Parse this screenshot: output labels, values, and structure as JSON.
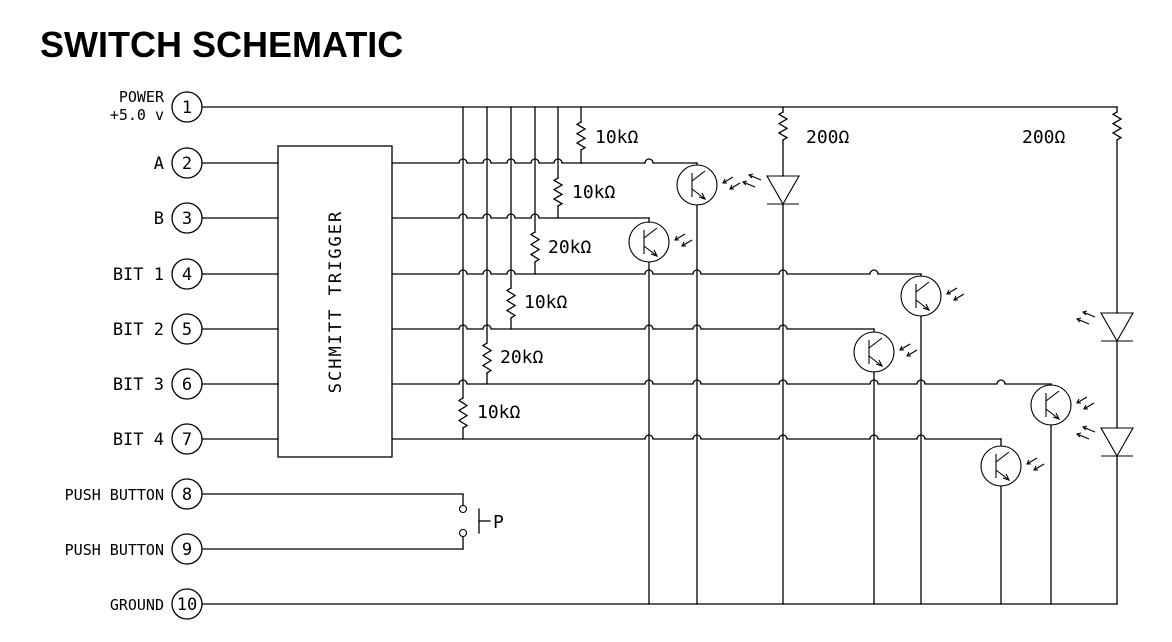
{
  "title": "SWITCH SCHEMATIC",
  "chip_label": "SCHMITT TRIGGER",
  "switch_label": "P",
  "pins": [
    {
      "num": "1",
      "label": "POWER",
      "label2": "+5.0 v"
    },
    {
      "num": "2",
      "label": "A"
    },
    {
      "num": "3",
      "label": "B"
    },
    {
      "num": "4",
      "label": "BIT 1"
    },
    {
      "num": "5",
      "label": "BIT 2"
    },
    {
      "num": "6",
      "label": "BIT 3"
    },
    {
      "num": "7",
      "label": "BIT 4"
    },
    {
      "num": "8",
      "label": "PUSH BUTTON"
    },
    {
      "num": "9",
      "label": "PUSH BUTTON"
    },
    {
      "num": "10",
      "label": "GROUND"
    }
  ],
  "resistors": [
    {
      "value": "10kΩ"
    },
    {
      "value": "10kΩ"
    },
    {
      "value": "20kΩ"
    },
    {
      "value": "10kΩ"
    },
    {
      "value": "20kΩ"
    },
    {
      "value": "10kΩ"
    },
    {
      "value": "200Ω"
    },
    {
      "value": "200Ω"
    }
  ],
  "colors": {
    "ink": "#000000",
    "background": "#ffffff"
  }
}
